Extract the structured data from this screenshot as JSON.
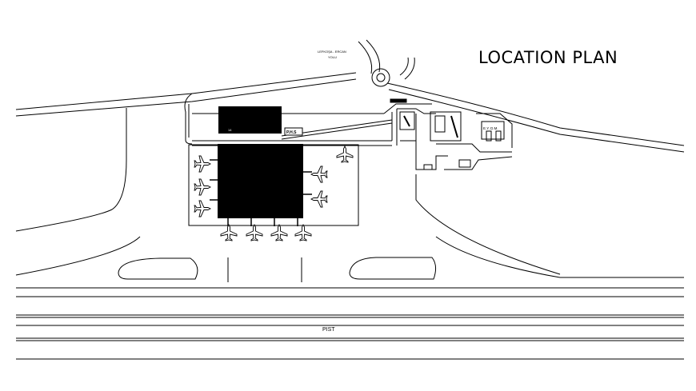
{
  "drawing": {
    "title": "LOCATION PLAN",
    "runway_label": "PIST",
    "road_label_line1": "LEFKOŞA - ERCAN",
    "road_label_line2": "YOLU",
    "terminal_tag": "P.H.S",
    "building_tag": "E.Y. D.M.",
    "stand_mark": "14"
  },
  "colors": {
    "line": "#000000",
    "fill": "#000000",
    "background": "#ffffff"
  }
}
